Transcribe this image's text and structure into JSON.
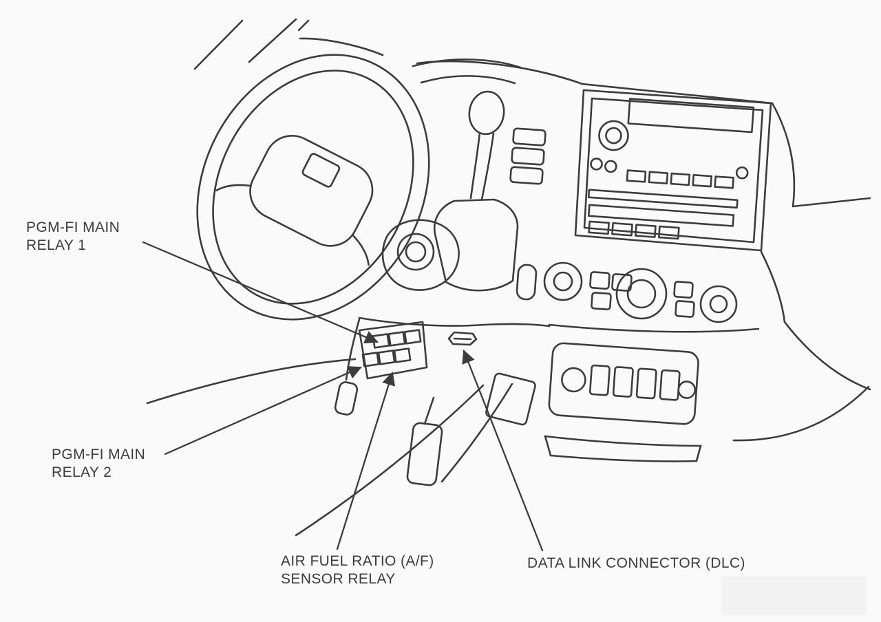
{
  "page": {
    "background_color": "#fafafa",
    "line_color": "#3c3c3c",
    "text_color": "#3c3c3c"
  },
  "diagram": {
    "labels": {
      "relay1": {
        "line1": "PGM-FI MAIN",
        "line2": "RELAY 1"
      },
      "relay2": {
        "line1": "PGM-FI MAIN",
        "line2": "RELAY 2"
      },
      "af_relay": {
        "line1": "AIR FUEL RATIO (A/F)",
        "line2": "SENSOR RELAY"
      },
      "dlc": {
        "line1": "DATA LINK CONNECTOR (DLC)"
      }
    }
  }
}
